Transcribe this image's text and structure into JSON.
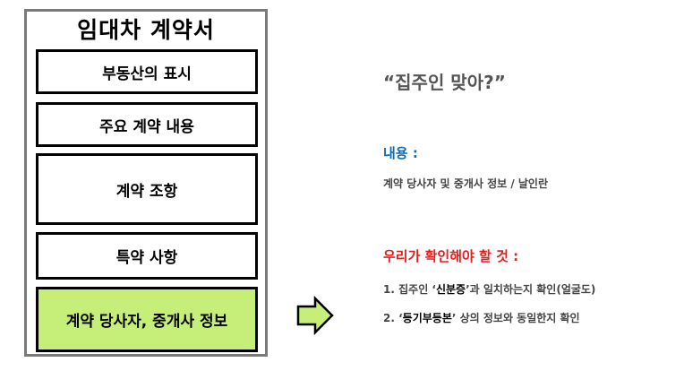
{
  "document": {
    "title": "임대차 계약서",
    "sections": [
      "부동산의 표시",
      "주요 계약 내용",
      "계약 조항",
      "특약 사항",
      "계약 당사자, 중개사 정보"
    ],
    "highlight_color": "#c6ef7a"
  },
  "info": {
    "question": "“집주인 맞아?”",
    "content_heading": "내용 :",
    "content_text": "계약 당사자 및 중개사 정보 / 날인란",
    "check_heading": "우리가 확인해야 할 것 :",
    "items": [
      {
        "num": "1.",
        "pre": "집주인 ‘",
        "bold": "신분증",
        "post": "’과 일치하는지 확인(얼굴도)"
      },
      {
        "num": "2.",
        "pre": "‘",
        "bold": "등기부등본",
        "post": "’ 상의 정보와 동일한지 확인"
      }
    ],
    "colors": {
      "content_heading": "#0b6bb5",
      "check_heading": "#e02020"
    }
  },
  "icons": {
    "arrow": "right-arrow-icon"
  }
}
